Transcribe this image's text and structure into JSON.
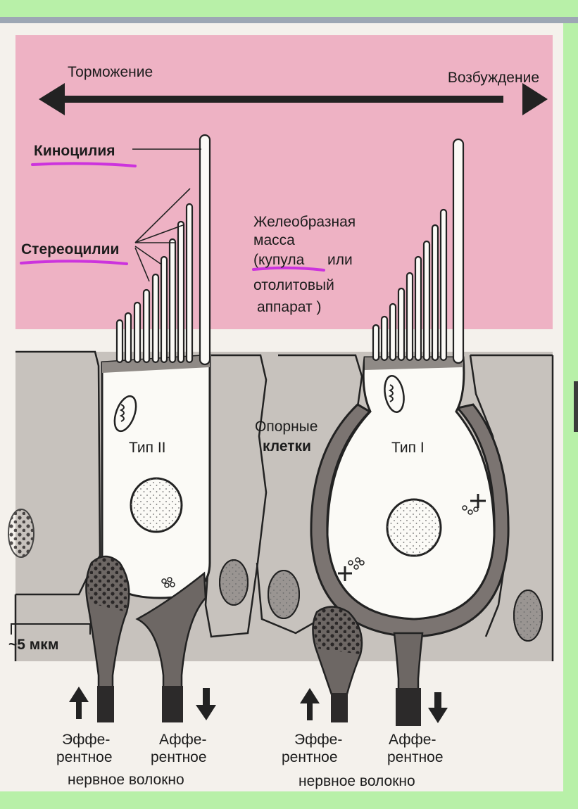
{
  "colors": {
    "frame": "#b8f0a8",
    "paper": "#f4f1ec",
    "gel": "#eeb2c4",
    "tissue": "#c7c2bd",
    "cell": "#fbfaf6",
    "nerve": "#6d6764",
    "nerve_dark": "#2c2a2a",
    "ink": "#1c1c1c",
    "underline": "#cc33dd"
  },
  "labels": {
    "inhibition": "Торможение",
    "excitation": "Возбуждение",
    "kinocilium": "Киноцилия",
    "stereocilia": "Стереоцилии",
    "gel_1": "Желеобразная",
    "gel_2": "масса",
    "gel_3a": "(купула",
    "gel_3b": "или",
    "gel_4": "отолитовый",
    "gel_5": "аппарат )",
    "support_1": "Опорные",
    "support_2": "клетки",
    "type2": "Тип  II",
    "type1": "Тип  I",
    "scale": "~5 мкм",
    "efferent_1": "Эффе-",
    "efferent_2": "рентное",
    "afferent_1": "Аффе-",
    "afferent_2": "рентное",
    "fiber": "нервное волокно"
  },
  "icons": {
    "double_arrow": "double-headed-arrow-icon",
    "up_arrow": "arrow-up-icon",
    "down_arrow": "arrow-down-icon"
  }
}
